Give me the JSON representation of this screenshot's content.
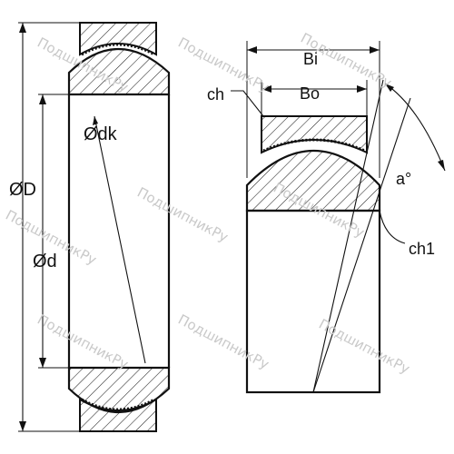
{
  "diagram": {
    "labels": {
      "outer_diameter": "ØD",
      "bore_diameter": "Ød",
      "sphere_diameter": "Ødk",
      "inner_ring_width": "Bi",
      "outer_ring_width": "Bo",
      "chamfer_outer": "ch",
      "chamfer_inner": "ch1",
      "tilt_angle": "a°"
    },
    "watermark_text": "ПодшипникРу"
  },
  "colors": {
    "line": "#111111",
    "hatch": "#222222",
    "background": "#ffffff",
    "watermark": "#c9c9c9"
  }
}
